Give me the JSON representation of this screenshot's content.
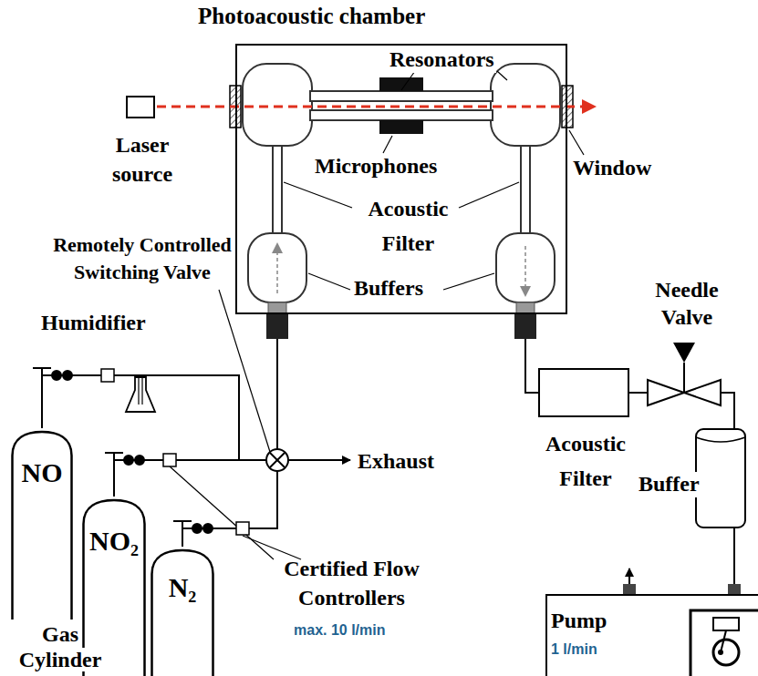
{
  "diagram": {
    "nodes": [
      {
        "text": [
          "Photoacoustic chamber"
        ]
      },
      {
        "text": [
          "Laser source"
        ]
      },
      {
        "text": [
          "NO"
        ]
      },
      {
        "text": [
          "NO₂"
        ]
      },
      {
        "text": [
          "N₂"
        ]
      },
      {
        "text": [
          "Acoustic Filter"
        ]
      },
      {
        "text": [
          "Buffer"
        ]
      },
      {
        "text": [
          "Pump",
          "1 l/min"
        ]
      }
    ],
    "edges": [
      {
        "from": 2,
        "to": 0,
        "arrow": "to"
      },
      {
        "from": 3,
        "to": 0,
        "arrow": "to"
      },
      {
        "from": 4,
        "to": 0,
        "arrow": "to"
      },
      {
        "from": 0,
        "to": 5,
        "arrow": "none"
      },
      {
        "from": 5,
        "to": 6,
        "arrow": "none"
      },
      {
        "from": 6,
        "to": 7,
        "arrow": "none"
      }
    ],
    "labels": [
      "Resonators",
      "Microphones",
      "Window",
      "Acoustic Filter",
      "Buffers",
      "Remotely Controlled Switching Valve",
      "Humidifier",
      "Exhaust",
      "Certified Flow Controllers",
      "max. 10 l/min",
      "Gas Cylinder",
      "Needle Valve"
    ]
  }
}
